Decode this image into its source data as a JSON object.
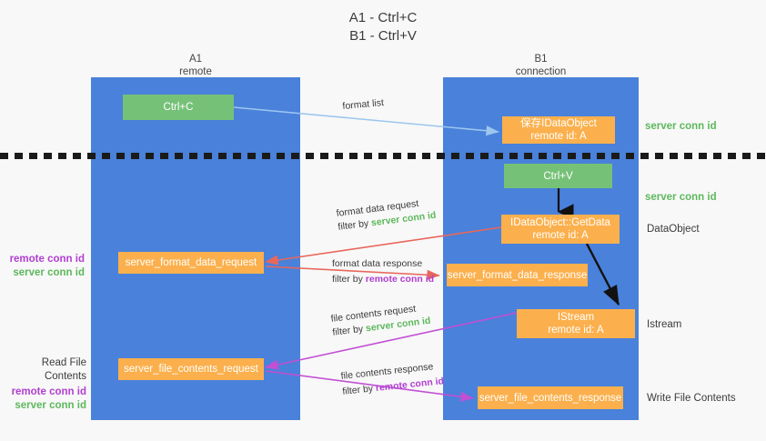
{
  "title": {
    "line1": "A1 - Ctrl+C",
    "line2": "B1 - Ctrl+V"
  },
  "colors": {
    "lane": "#4a81da",
    "node_orange": "#fbb04d",
    "node_green": "#76c178",
    "server_conn_id": "#5db85c",
    "remote_conn_id": "#b13fd0",
    "background": "#f8f8f8",
    "arrow_blue": "#9cc6ef",
    "arrow_red": "#e8675c",
    "arrow_magenta": "#c24fd4",
    "arrow_black": "#111111",
    "separator": "#1a1a1a"
  },
  "lanes": [
    {
      "id": "a1",
      "title": "A1",
      "subtitle": "remote"
    },
    {
      "id": "b1",
      "title": "B1",
      "subtitle": "connection"
    }
  ],
  "nodes": [
    {
      "id": "ctrl-c",
      "label": "Ctrl+C",
      "sublabel": "",
      "style": "green"
    },
    {
      "id": "save-idataobject",
      "label": "保存IDataObject",
      "sublabel": "remote id: A",
      "style": "orange"
    },
    {
      "id": "ctrl-v",
      "label": "Ctrl+V",
      "sublabel": "",
      "style": "green"
    },
    {
      "id": "idataobject-getdata",
      "label": "IDataObject::GetData",
      "sublabel": "remote id: A",
      "style": "orange"
    },
    {
      "id": "server-format-data-request",
      "label": "server_format_data_request",
      "sublabel": "",
      "style": "orange"
    },
    {
      "id": "server-format-data-response",
      "label": "server_format_data_response",
      "sublabel": "",
      "style": "orange"
    },
    {
      "id": "istream",
      "label": "IStream",
      "sublabel": "remote id: A",
      "style": "orange"
    },
    {
      "id": "server-file-contents-request",
      "label": "server_file_contents_request",
      "sublabel": "",
      "style": "orange"
    },
    {
      "id": "server-file-contents-response",
      "label": "server_file_contents_response",
      "sublabel": "",
      "style": "orange"
    }
  ],
  "edge_labels": [
    {
      "id": "format-list",
      "line1": "format list"
    },
    {
      "id": "format-data-request",
      "line1": "format data request",
      "line2_prefix": "filter by ",
      "line2_token": "server conn id",
      "token_color": "green"
    },
    {
      "id": "format-data-response",
      "line1": "format data response",
      "line2_prefix": "filter by ",
      "line2_token": "remote conn id",
      "token_color": "purple"
    },
    {
      "id": "file-contents-request",
      "line1": "file contents request",
      "line2_prefix": "filter by ",
      "line2_token": "server conn id",
      "token_color": "green"
    },
    {
      "id": "file-contents-response",
      "line1": "file contents response",
      "line2_prefix": "filter by ",
      "line2_token": "remote conn id",
      "token_color": "purple"
    }
  ],
  "right_annotations": [
    {
      "id": "server-conn-id-top",
      "text": "server conn id",
      "color": "green"
    },
    {
      "id": "server-conn-id-mid",
      "text": "server conn id",
      "color": "green"
    },
    {
      "id": "dataobject",
      "text": "DataObject",
      "color": "plain"
    },
    {
      "id": "istream-label",
      "text": "Istream",
      "color": "plain"
    },
    {
      "id": "write-file-contents",
      "text": "Write File Contents",
      "color": "plain"
    }
  ],
  "left_annotations": [
    {
      "id": "format-conn-ids",
      "line1": "remote conn id",
      "line1_color": "purple",
      "line2": "server conn id",
      "line2_color": "green"
    },
    {
      "id": "read-file-contents",
      "line0": "Read File Contents",
      "line1": "remote conn id",
      "line1_color": "purple",
      "line2": "server conn id",
      "line2_color": "green"
    }
  ]
}
